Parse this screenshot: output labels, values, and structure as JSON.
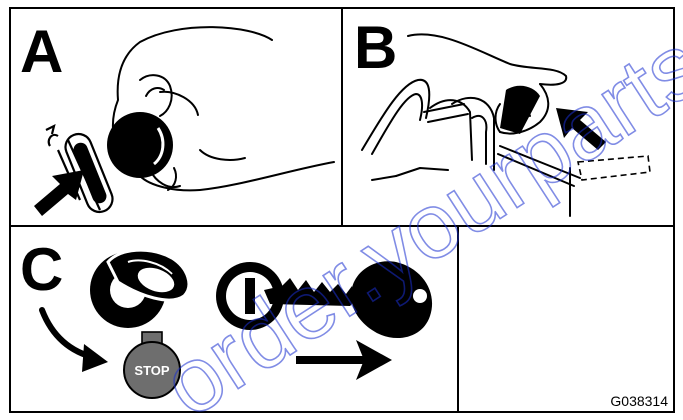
{
  "panels": [
    {
      "letter": "A"
    },
    {
      "letter": "B"
    },
    {
      "letter": "C"
    }
  ],
  "stop_label": "STOP",
  "figure_id": "G038314",
  "watermark_text": "order.yourparts",
  "colors": {
    "line": "#000000",
    "stop_knob": "#6e6e6e",
    "watermark": "#1a2fd0",
    "background": "#ffffff"
  },
  "icons": [
    "hand-icon",
    "push-arrow-icon",
    "fuel-shutoff-knob-icon",
    "ignition-key-icon",
    "stop-symbol-icon",
    "rotation-arrow-icon",
    "direction-arrow-icon"
  ]
}
